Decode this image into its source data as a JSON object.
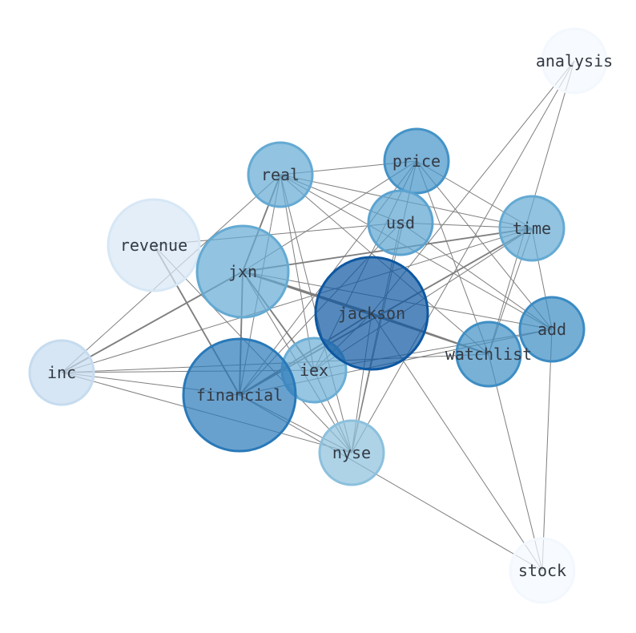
{
  "nodes": [
    {
      "id": "analysis",
      "label": "analysis",
      "weight": 0.02
    },
    {
      "id": "price",
      "label": "price",
      "weight": 0.62
    },
    {
      "id": "real",
      "label": "real",
      "weight": 0.52
    },
    {
      "id": "usd",
      "label": "usd",
      "weight": 0.55
    },
    {
      "id": "time",
      "label": "time",
      "weight": 0.52
    },
    {
      "id": "revenue",
      "label": "revenue",
      "weight": 0.16
    },
    {
      "id": "jxn",
      "label": "jxn",
      "weight": 0.52
    },
    {
      "id": "jackson",
      "label": "jackson",
      "weight": 0.85
    },
    {
      "id": "add",
      "label": "add",
      "weight": 0.65
    },
    {
      "id": "watchlist",
      "label": "watchlist",
      "weight": 0.64
    },
    {
      "id": "inc",
      "label": "inc",
      "weight": 0.25
    },
    {
      "id": "iex",
      "label": "iex",
      "weight": 0.5
    },
    {
      "id": "financial",
      "label": "financial",
      "weight": 0.72
    },
    {
      "id": "nyse",
      "label": "nyse",
      "weight": 0.42
    },
    {
      "id": "stock",
      "label": "stock",
      "weight": 0.02
    }
  ],
  "edges": [
    {
      "source": "analysis",
      "target": "jackson",
      "weight": 1
    },
    {
      "source": "analysis",
      "target": "nyse",
      "weight": 1
    },
    {
      "source": "analysis",
      "target": "watchlist",
      "weight": 1
    },
    {
      "source": "real",
      "target": "price",
      "weight": 1
    },
    {
      "source": "real",
      "target": "usd",
      "weight": 1
    },
    {
      "source": "real",
      "target": "time",
      "weight": 1
    },
    {
      "source": "real",
      "target": "add",
      "weight": 1
    },
    {
      "source": "real",
      "target": "watchlist",
      "weight": 1
    },
    {
      "source": "real",
      "target": "jxn",
      "weight": 2
    },
    {
      "source": "real",
      "target": "financial",
      "weight": 1
    },
    {
      "source": "real",
      "target": "nyse",
      "weight": 1
    },
    {
      "source": "real",
      "target": "inc",
      "weight": 1
    },
    {
      "source": "real",
      "target": "iex",
      "weight": 1
    },
    {
      "source": "price",
      "target": "jxn",
      "weight": 1
    },
    {
      "source": "price",
      "target": "time",
      "weight": 1
    },
    {
      "source": "price",
      "target": "add",
      "weight": 1
    },
    {
      "source": "price",
      "target": "watchlist",
      "weight": 1
    },
    {
      "source": "price",
      "target": "financial",
      "weight": 1
    },
    {
      "source": "price",
      "target": "nyse",
      "weight": 1
    },
    {
      "source": "price",
      "target": "iex",
      "weight": 1
    },
    {
      "source": "usd",
      "target": "revenue",
      "weight": 1
    },
    {
      "source": "usd",
      "target": "time",
      "weight": 1
    },
    {
      "source": "usd",
      "target": "add",
      "weight": 1
    },
    {
      "source": "usd",
      "target": "financial",
      "weight": 1
    },
    {
      "source": "usd",
      "target": "nyse",
      "weight": 1
    },
    {
      "source": "time",
      "target": "jxn",
      "weight": 2
    },
    {
      "source": "time",
      "target": "financial",
      "weight": 2
    },
    {
      "source": "time",
      "target": "iex",
      "weight": 1
    },
    {
      "source": "time",
      "target": "watchlist",
      "weight": 1
    },
    {
      "source": "time",
      "target": "add",
      "weight": 1
    },
    {
      "source": "time",
      "target": "inc",
      "weight": 1
    },
    {
      "source": "revenue",
      "target": "financial",
      "weight": 2
    },
    {
      "source": "revenue",
      "target": "nyse",
      "weight": 1
    },
    {
      "source": "jxn",
      "target": "jackson",
      "weight": 3
    },
    {
      "source": "jxn",
      "target": "financial",
      "weight": 2
    },
    {
      "source": "jxn",
      "target": "inc",
      "weight": 2
    },
    {
      "source": "jxn",
      "target": "add",
      "weight": 1
    },
    {
      "source": "jxn",
      "target": "watchlist",
      "weight": 2
    },
    {
      "source": "jxn",
      "target": "iex",
      "weight": 2
    },
    {
      "source": "jxn",
      "target": "nyse",
      "weight": 1
    },
    {
      "source": "jackson",
      "target": "financial",
      "weight": 2
    },
    {
      "source": "jackson",
      "target": "stock",
      "weight": 1
    },
    {
      "source": "jackson",
      "target": "nyse",
      "weight": 1
    },
    {
      "source": "jackson",
      "target": "watchlist",
      "weight": 2
    },
    {
      "source": "jackson",
      "target": "iex",
      "weight": 1
    },
    {
      "source": "add",
      "target": "stock",
      "weight": 1
    },
    {
      "source": "add",
      "target": "iex",
      "weight": 1
    },
    {
      "source": "add",
      "target": "financial",
      "weight": 1
    },
    {
      "source": "watchlist",
      "target": "stock",
      "weight": 1
    },
    {
      "source": "watchlist",
      "target": "inc",
      "weight": 1
    },
    {
      "source": "inc",
      "target": "financial",
      "weight": 1
    },
    {
      "source": "inc",
      "target": "nyse",
      "weight": 1
    },
    {
      "source": "inc",
      "target": "iex",
      "weight": 1
    },
    {
      "source": "financial",
      "target": "nyse",
      "weight": 1
    },
    {
      "source": "financial",
      "target": "stock",
      "weight": 1
    },
    {
      "source": "iex",
      "target": "nyse",
      "weight": 1
    }
  ]
}
